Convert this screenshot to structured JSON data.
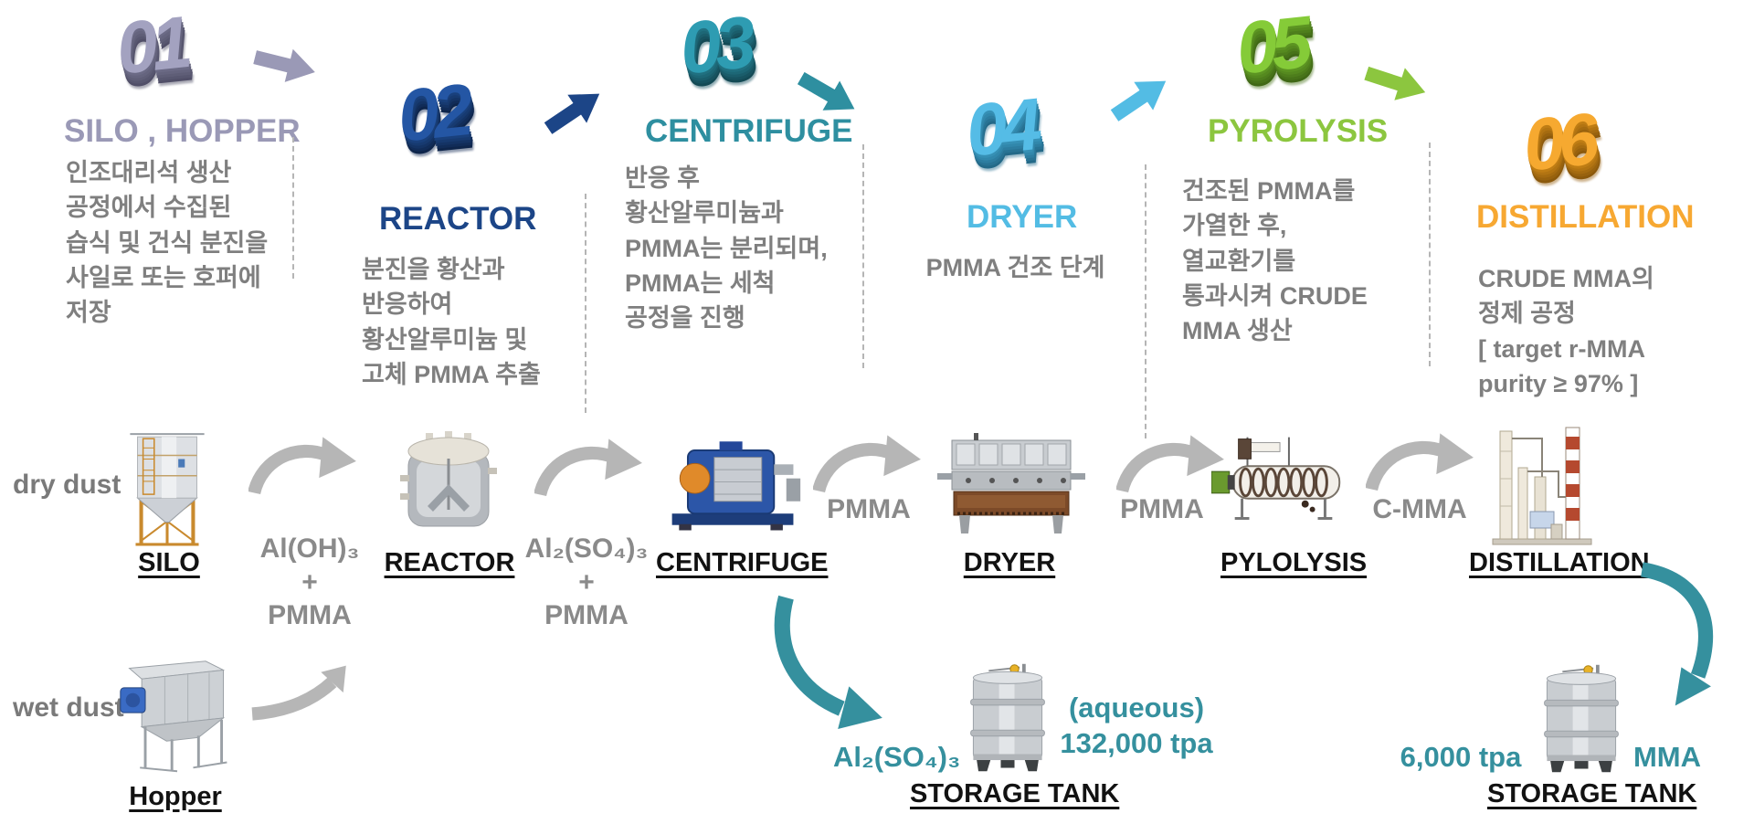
{
  "stages": [
    {
      "num": "01",
      "title": "SILO , HOPPER",
      "color": "#9a99b6",
      "desc": "인조대리석 생산\n공정에서 수집된\n습식 및 건식 분진을\n사일로 또는 호퍼에\n저장"
    },
    {
      "num": "02",
      "title": "REACTOR",
      "color": "#1c4587",
      "desc": "분진을 황산과\n반응하여\n황산알루미늄 및\n고체 PMMA 추출"
    },
    {
      "num": "03",
      "title": "CENTRIFUGE",
      "color": "#2e8fa0",
      "desc": "반응 후\n황산알루미늄과\nPMMA는 분리되며,\nPMMA는 세척\n공정을 진행"
    },
    {
      "num": "04",
      "title": "DRYER",
      "color": "#53bce4",
      "desc": "PMMA 건조 단계"
    },
    {
      "num": "05",
      "title": "PYROLYSIS",
      "color": "#8cc63f",
      "desc": "건조된 PMMA를\n가열한 후,\n열교환기를\n통과시켜 CRUDE\nMMA 생산"
    },
    {
      "num": "06",
      "title": "DISTILLATION",
      "color": "#f7a832",
      "desc": "CRUDE MMA의\n정제 공정\n[ target r-MMA\npurity ≥ 97% ]"
    }
  ],
  "flow": {
    "inputs": {
      "dry": "dry dust",
      "wet": "wet dust"
    },
    "equipment": [
      {
        "name": "SILO"
      },
      {
        "name": "Hopper"
      },
      {
        "name": "REACTOR"
      },
      {
        "name": "CENTRIFUGE"
      },
      {
        "name": "DRYER"
      },
      {
        "name": "PYLOLYSIS"
      },
      {
        "name": "DISTILLATION"
      }
    ],
    "streams": [
      {
        "label": "Al(OH)₃\n+\nPMMA"
      },
      {
        "label": "Al₂(SO₄)₃\n+\nPMMA"
      },
      {
        "label": "PMMA"
      },
      {
        "label": "PMMA"
      },
      {
        "label": "C-MMA"
      }
    ],
    "tanks": [
      {
        "product": "Al₂(SO₄)₃",
        "note": "(aqueous)\n132,000 tpa",
        "label": "STORAGE TANK"
      },
      {
        "capacity": "6,000 tpa",
        "product": "MMA",
        "label": "STORAGE TANK"
      }
    ]
  },
  "colors": {
    "teal_accent": "#35909e",
    "gray_text": "#7f7f7f",
    "arrow_gray": "#b6b6b6",
    "label_black": "#121212"
  }
}
